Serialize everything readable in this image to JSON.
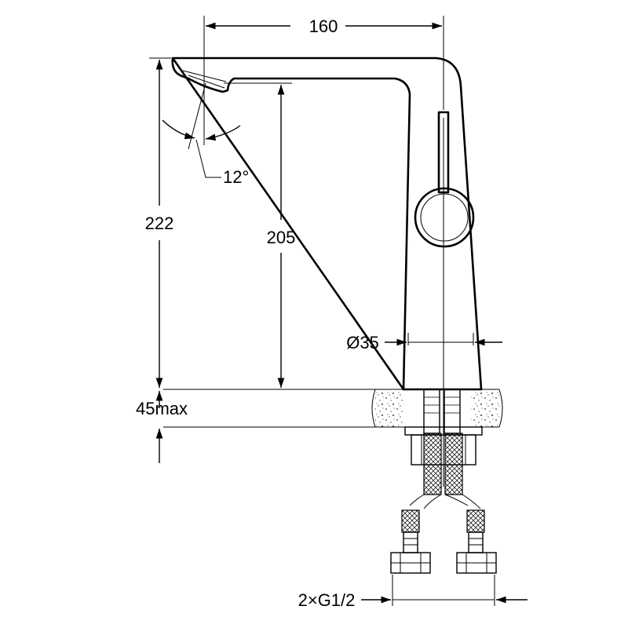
{
  "drawing": {
    "type": "technical-drawing",
    "subject-icon": "faucet-icon",
    "colors": {
      "line": "#000000",
      "background": "#ffffff"
    }
  },
  "dimensions": {
    "spout_reach": "160",
    "total_height": "222",
    "outlet_height": "205",
    "spout_angle": "12°",
    "base_diameter": "Ø35",
    "counter_thickness": "45max",
    "connections": "2×G1/2"
  }
}
